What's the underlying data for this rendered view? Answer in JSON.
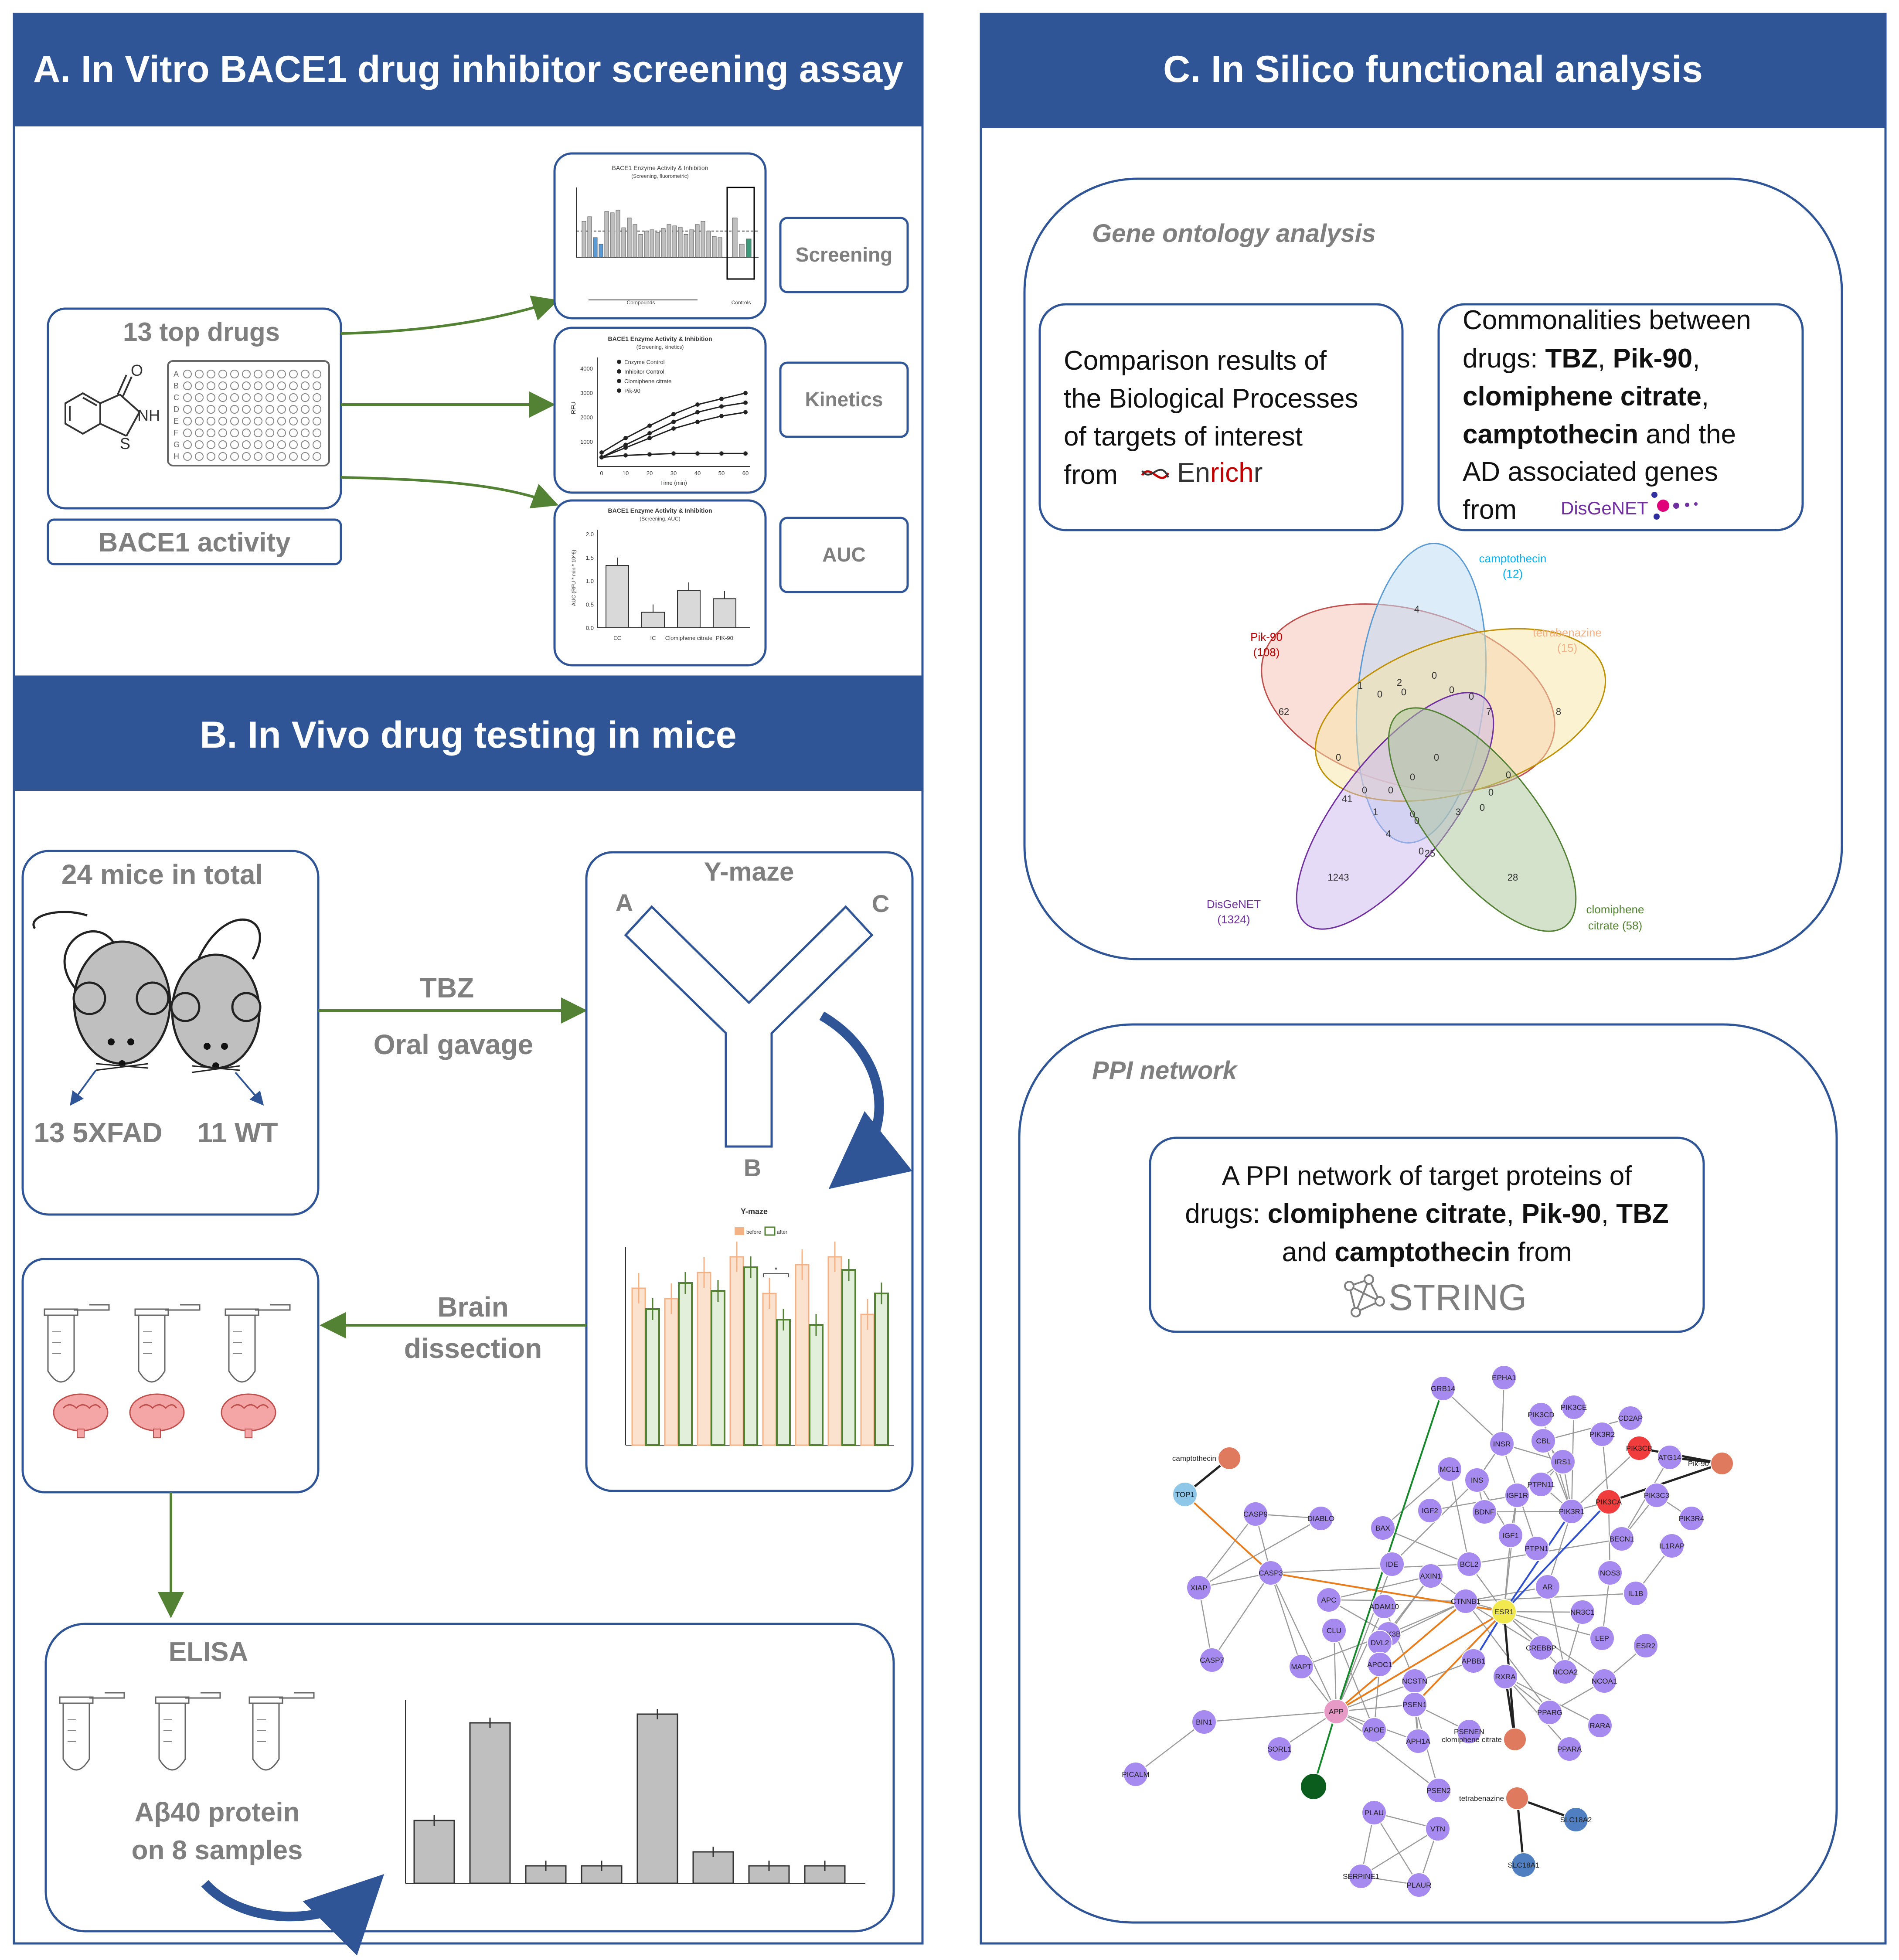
{
  "colors": {
    "header_blue": "#2F5597",
    "panel_border": "#2F5597",
    "arrow_green": "#548235",
    "gray_text": "#7F7F7F",
    "bar_gray": "#BFBFBF",
    "yellow_series": "#F4B183",
    "green_series": "#548235"
  },
  "panel_a": {
    "title": "A. In Vitro BACE1 drug inhibitor screening assay",
    "drugs_label": "13 top drugs",
    "bace1_label": "BACE1 activity",
    "mol_o": "O",
    "mol_nh": "NH",
    "mol_s": "S",
    "plate_rows": [
      "A",
      "B",
      "C",
      "D",
      "E",
      "F",
      "G",
      "H"
    ],
    "screening_label": "Screening",
    "kinetics_label": "Kinetics",
    "auc_label": "AUC",
    "screening_chart": {
      "title": "BACE1 Enzyme Activity & Inhibition",
      "subtitle": "(Screening, fluorometric)",
      "xlabel_left": "Compounds",
      "xlabel_right": "Controls"
    },
    "kinetics_chart": {
      "title": "BACE1 Enzyme Activity & Inhibition",
      "subtitle": "(Screening, kinetics)",
      "xlabel": "Time (min)",
      "ylabel": "RFU",
      "legend": [
        "Enzyme Control",
        "Inhibitor Control",
        "Clomiphene citrate",
        "Pik-90"
      ],
      "yticks": [
        "4000",
        "3000",
        "2000",
        "1000"
      ],
      "xticks": [
        "0",
        "10",
        "20",
        "30",
        "40",
        "50",
        "60"
      ]
    },
    "auc_chart": {
      "title": "BACE1 Enzyme Activity & Inhibition",
      "subtitle": "(Screening, AUC)",
      "ylabel": "AUC (RFU * min * 10^6)",
      "categories": [
        "EC",
        "IC",
        "Clomiphene citrate",
        "PIK-90"
      ],
      "yticks": [
        "2.0",
        "1.5",
        "1.0",
        "0.5",
        "0.0"
      ]
    }
  },
  "panel_b": {
    "title": "B. In Vivo drug testing in mice",
    "mice_label": "24 mice in total",
    "group_5xfad": "13 5XFAD",
    "group_wt": "11 WT",
    "drug_label": "TBZ",
    "route_label": "Oral gavage",
    "ymaze_title": "Y-maze",
    "arm_a": "A",
    "arm_b": "B",
    "arm_c": "C",
    "ymaze_chart_title": "Y-maze",
    "ymaze_legend": [
      "before",
      "after"
    ],
    "brain_label_1": "Brain",
    "brain_label_2": "dissection",
    "elisa_label": "ELISA",
    "abeta_label_1": "Aβ40 protein",
    "abeta_label_2": "on 8 samples"
  },
  "panel_c": {
    "title": "C. In Silico functional analysis",
    "go_title": "Gene ontology analysis",
    "go_box1": [
      "Comparison results of",
      "the Biological Processes",
      "of targets of interest",
      "from"
    ],
    "enrichr_a": "En",
    "enrichr_b": "rich",
    "enrichr_c": "r",
    "go_box2_l1": "Commonalities between",
    "go_box2_l2a": "drugs: ",
    "go_box2_l2b": "TBZ",
    "go_box2_l2c": ", ",
    "go_box2_l2d": "Pik-90",
    "go_box2_l2e": ",",
    "go_box2_l3a": "clomiphene citrate",
    "go_box2_l3b": ",",
    "go_box2_l4a": "camptothecin",
    "go_box2_l4b": " and the",
    "go_box2_l5": "AD associated genes",
    "go_box2_l6": "from",
    "disgenet_logo": "DisGeNET",
    "ppi_title": "PPI network",
    "ppi_box_l1": "A PPI network of target proteins of",
    "ppi_box_l2a": "drugs: ",
    "ppi_box_l2b": "clomiphene citrate",
    "ppi_box_l2c": ", ",
    "ppi_box_l2d": "Pik-90",
    "ppi_box_l2e": ", ",
    "ppi_box_l2f": "TBZ",
    "ppi_box_l3a": "and ",
    "ppi_box_l3b": "camptothecin",
    "ppi_box_l3c": " from",
    "string_logo": "STRING"
  },
  "venn": {
    "sets": [
      {
        "name": "camptothecin",
        "count": "(12)",
        "color": "#00B0F0"
      },
      {
        "name": "tetrabenazine",
        "count": "(15)",
        "color": "#F4B183"
      },
      {
        "name": "Pik-90",
        "count": "(108)",
        "color": "#C00000"
      },
      {
        "name": "DisGeNET",
        "count": "(1324)",
        "color": "#7030A0"
      },
      {
        "name": "clomiphene",
        "count": "citrate (58)",
        "color": "#548235"
      }
    ],
    "regions": [
      "4",
      "8",
      "62",
      "1243",
      "28",
      "1",
      "2",
      "0",
      "0",
      "0",
      "7",
      "0",
      "0",
      "0",
      "0",
      "0",
      "0",
      "0",
      "0",
      "0",
      "41",
      "0",
      "1",
      "4",
      "0",
      "3",
      "25",
      "0",
      "0"
    ]
  },
  "ppi_nodes": [
    "EPHA1",
    "GRB14",
    "PIK3CE",
    "PIK3CD",
    "CD2AP",
    "PIK3R2",
    "INSR",
    "CBL",
    "IRS1",
    "PIK3CB",
    "ATG14",
    "Pik-90",
    "camptothecin",
    "MCL1",
    "INS",
    "PTPN11",
    "IGF1R",
    "PIK3R1",
    "PIK3CA",
    "PIK3C3",
    "TOP1",
    "CASP9",
    "DIABLO",
    "BAX",
    "IGF2",
    "BDNF",
    "IGF1",
    "PIK3R4",
    "BECN1",
    "IL1RAP",
    "PTPN1",
    "NOS3",
    "IDE",
    "BCL2",
    "XIAP",
    "CASP3",
    "AXIN1",
    "APC",
    "ADAM10",
    "CTNNB1",
    "ESR1",
    "AR",
    "IL1B",
    "NR3C1",
    "GSK3B",
    "CLU",
    "DVL2",
    "LEP",
    "APBB1",
    "CREBBP",
    "ESR2",
    "CASP7",
    "MAPT",
    "APOC1",
    "NCOA2",
    "NCSTN",
    "RXRA",
    "NCOA1",
    "PSEN1",
    "APP",
    "APOE",
    "APH1A",
    "PSENEN",
    "PPARG",
    "RARA",
    "BIN1",
    "SORL1",
    "clomiphene citrate",
    "PPARA",
    "PICALM",
    "PSEN2",
    "tetrabenazine",
    "PLAU",
    "VTN",
    "SLC18A2",
    "SERPINE1",
    "PLAUR",
    "SLC18A1"
  ]
}
